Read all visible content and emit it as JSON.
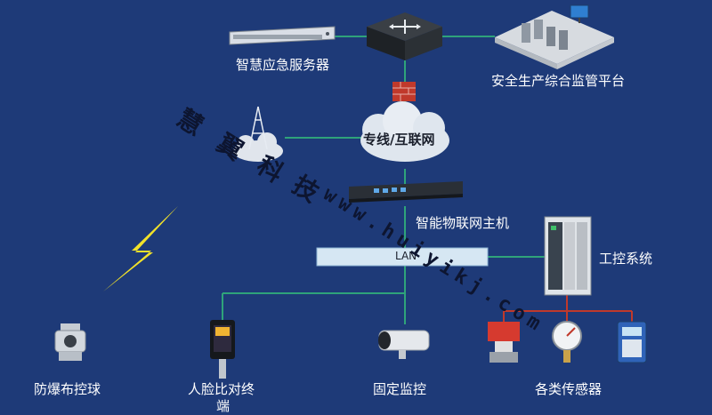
{
  "nodes": {
    "server": {
      "label": "智慧应急服务器"
    },
    "platform": {
      "label": "安全生产综合监管平台"
    },
    "cloud": {
      "label": "专线/互联网"
    },
    "iot_host": {
      "label": "智能物联网主机"
    },
    "lan": {
      "label": "LAN"
    },
    "industrial": {
      "label": "工控系统"
    },
    "ptz_camera": {
      "label": "防爆布控球"
    },
    "face_terminal": {
      "label_line1": "人脸比对终",
      "label_line2": "端"
    },
    "fixed_camera": {
      "label": "固定监控"
    },
    "sensors": {
      "label": "各类传感器"
    }
  },
  "watermark": {
    "chars": [
      "慧",
      "翼",
      "科",
      "技"
    ],
    "url": "www.huiyikj.com"
  },
  "colors": {
    "background": "#1e3a78",
    "link": "#2fa37a",
    "sensor_link": "#c0392b",
    "lightning": "#f2e22a"
  }
}
